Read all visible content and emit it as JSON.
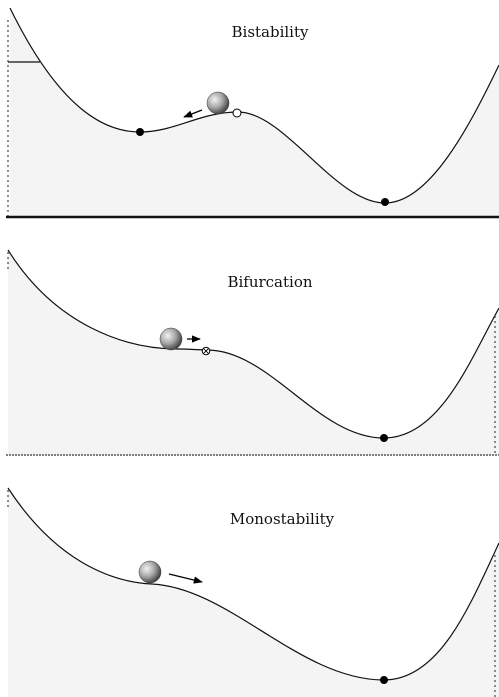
{
  "panels": [
    {
      "id": "bistability",
      "title": "Bistability",
      "ball_direction": "left"
    },
    {
      "id": "bifurcation",
      "title": "Bifurcation",
      "ball_direction": "right"
    },
    {
      "id": "monostability",
      "title": "Monostability",
      "ball_direction": "right"
    }
  ],
  "colors": {
    "curve": "#111111",
    "fill": "#f4f4f4",
    "stable_point": "#000000",
    "unstable_point": "#ffffff",
    "ball_light": "#f2f2f2",
    "ball_dark": "#5a5a5a"
  },
  "markers": {
    "stable": "stable-equilibrium-point",
    "unstable": "unstable-equilibrium-point",
    "saddle": "saddle-node-point",
    "ball": "ball-icon",
    "arrow": "arrow-icon"
  }
}
